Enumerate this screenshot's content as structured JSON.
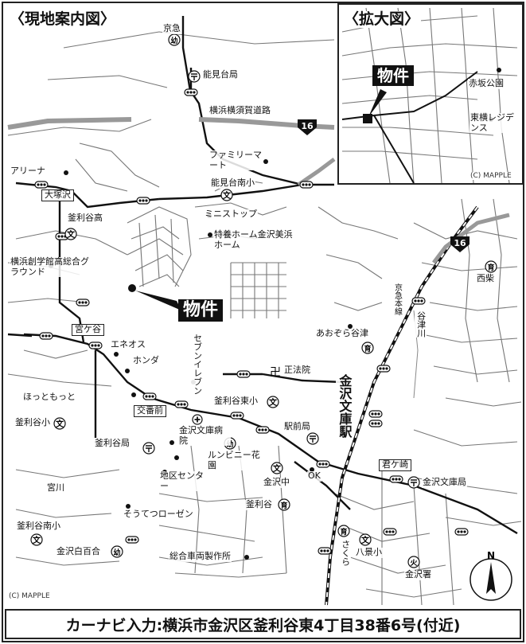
{
  "map": {
    "main_title": "〈現地案内図〉",
    "inset_title": "〈拡大図〉",
    "property_label": "物件",
    "inset_property_label": "物件",
    "copyright": "(C) MAPPLE",
    "inset_copyright": "(C) MAPPLE",
    "route_number": "16",
    "route_number_2": "16",
    "north_label": "N",
    "footer_text": "カーナビ入力:横浜市金沢区釜利谷東4丁目38番6号(付近)",
    "labels": {
      "kyukyu": "京急",
      "noukendai_post": "能見台局",
      "yokohama_yokosuka_road": "横浜横須賀道路",
      "familymart": "ファミリーマート",
      "noukendai_minami_elem": "能見台南小",
      "arena": "アリーナ",
      "otsukasawa": "大塚沢",
      "kamariya_high": "釜利谷高",
      "ministop": "ミニストップ",
      "tokuyo_home": "特養ホーム金沢美浜ホーム",
      "yokohama_sogakukan": "横浜創学館高総合グラウンド",
      "keikyu_line": "京急本線",
      "nishishiba": "西柴",
      "aozora_yatsu": "あおぞら谷津",
      "yatsu_river": "谷津川",
      "miyagaya": "宮ケ谷",
      "eneos": "エネオス",
      "honda": "ホンダ",
      "seven_eleven": "セブンイレブン",
      "shohoin": "正法院",
      "kanazawa_bunko_station": "金沢文庫駅",
      "hottomotto": "ほっともっと",
      "kobanmae": "交番前",
      "kamariya_higashi_elem": "釜利谷東小",
      "ekimae_post": "駅前局",
      "kamariya_elem": "釜利谷小",
      "kanazawa_bunko_hospital": "金沢文庫病院",
      "kamariya_post": "釜利谷局",
      "chiku_center": "地区センター",
      "lumbini_garden": "ルンビニー花園",
      "kimigasaki": "君ケ崎",
      "kanazawa_bunko_post": "金沢文庫局",
      "kanazawa_middle": "金沢中",
      "ok": "OK",
      "miyagawa": "宮川",
      "sotetsu_rosen": "そうてつローゼン",
      "kamariya_nursery": "釜利谷",
      "kamariya_minami_elem": "釜利谷南小",
      "sakura": "さくら",
      "hakkei_elem": "八景小",
      "kanazawa_shirayuri": "金沢白百合",
      "kanazawa_fire": "金沢署",
      "sogo_sharyo": "総合車両製作所",
      "akasaka_park": "赤坂公園",
      "tokyu_residence": "東横レジデンス"
    }
  }
}
